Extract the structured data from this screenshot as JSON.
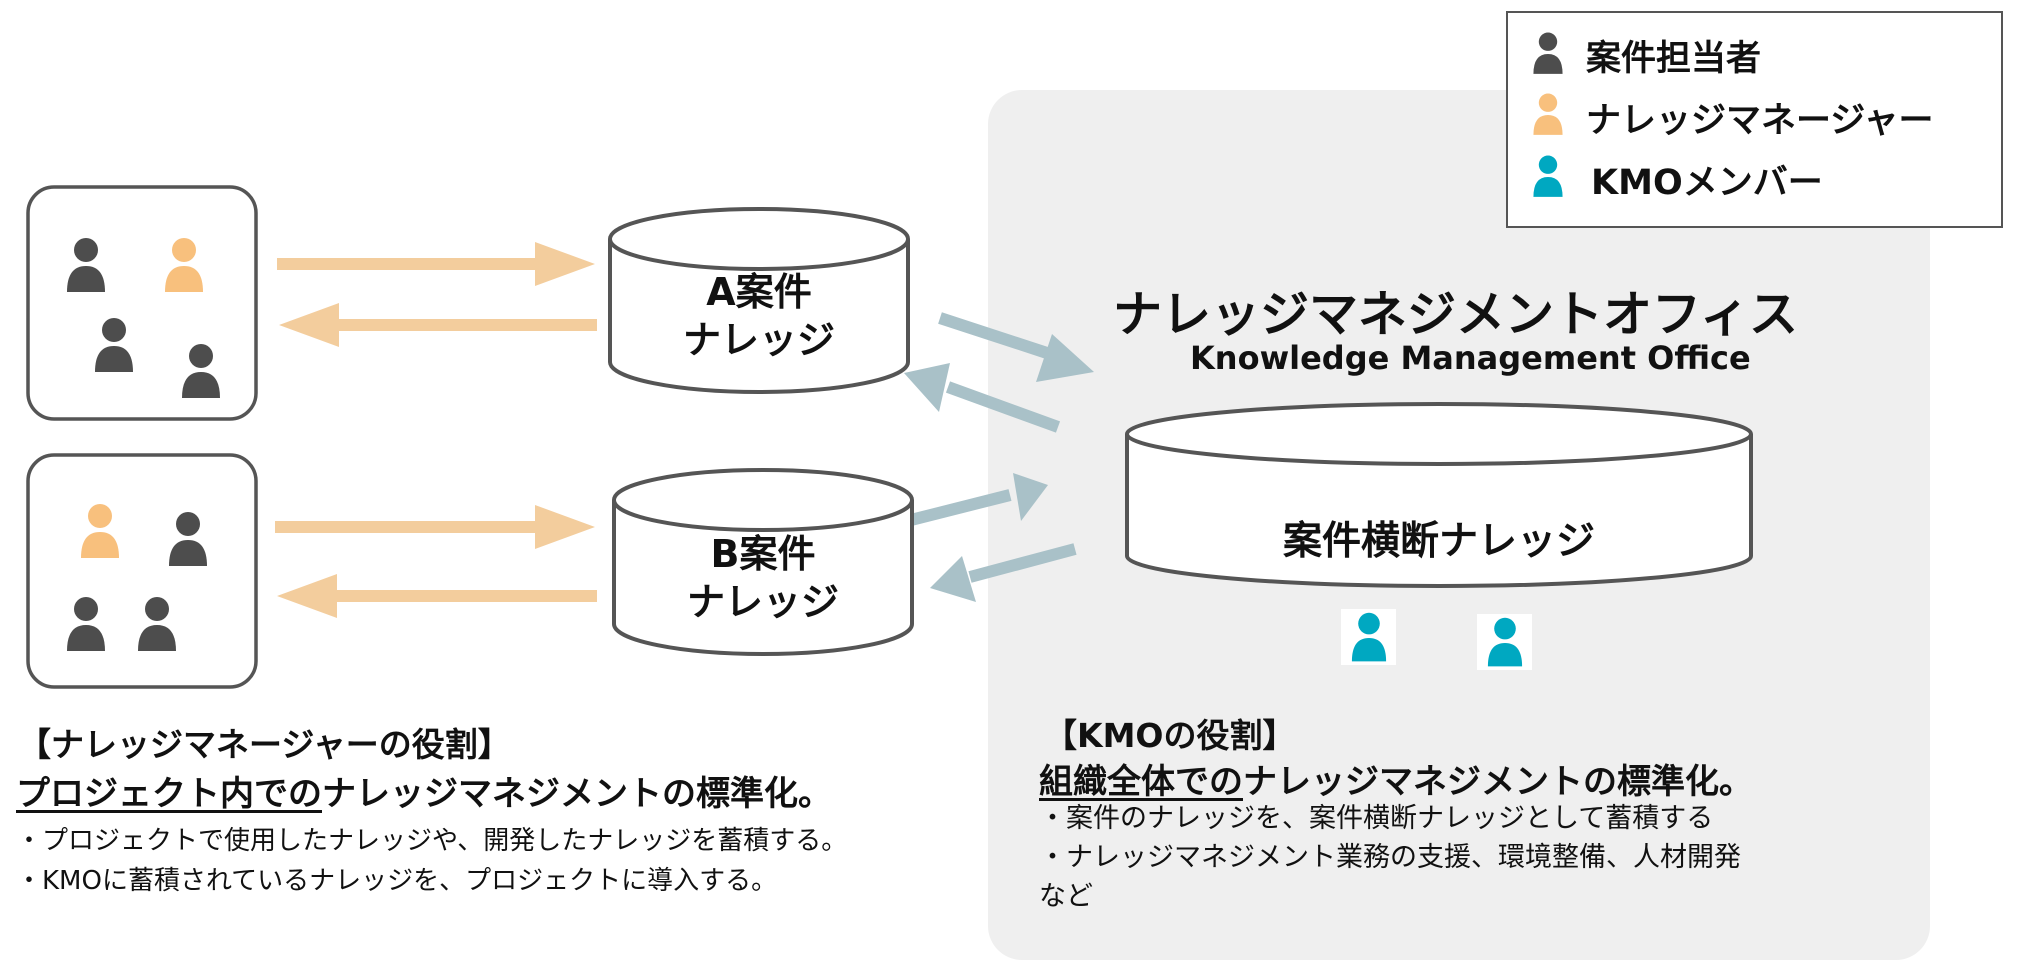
{
  "legend": {
    "items": [
      {
        "label": "案件担当者",
        "color": "#4d4d4d"
      },
      {
        "label": "ナレッジマネージャー",
        "color": "#f8c07d"
      },
      {
        "label": "KMOメンバー",
        "color": "#00a8c1"
      }
    ]
  },
  "kmo": {
    "title_ja": "ナレッジマネジメントオフィス",
    "title_en": "Knowledge Management Office",
    "db_label": "案件横断ナレッジ"
  },
  "db_a": {
    "line1": "A案件",
    "line2": "ナレッジ"
  },
  "db_b": {
    "line1": "B案件",
    "line2": "ナレッジ"
  },
  "colors": {
    "worker": "#4d4d4d",
    "manager": "#f8c07d",
    "kmo_member": "#00a8c1",
    "orange_arrow": "#f3cd9d",
    "blue_arrow": "#a9c1c8",
    "panel_bg": "#efefef",
    "outline": "#555555"
  },
  "km_role": {
    "heading": "【ナレッジマネージャーの役割】",
    "subtitle_underlined": "プロジェクト内での",
    "subtitle_rest": "ナレッジマネジメントの標準化。",
    "bullets": [
      "・プロジェクトで使用したナレッジや、開発したナレッジを蓄積する。",
      "・KMOに蓄積されているナレッジを、プロジェクトに導入する。"
    ]
  },
  "kmo_role": {
    "heading": "【KMOの役割】",
    "subtitle_underlined": "組織全体での",
    "subtitle_rest": "ナレッジマネジメントの標準化。",
    "bullets": [
      "・案件のナレッジを、案件横断ナレッジとして蓄積する",
      "・ナレッジマネジメント業務の支援、環境整備、人材開発",
      "など"
    ]
  }
}
